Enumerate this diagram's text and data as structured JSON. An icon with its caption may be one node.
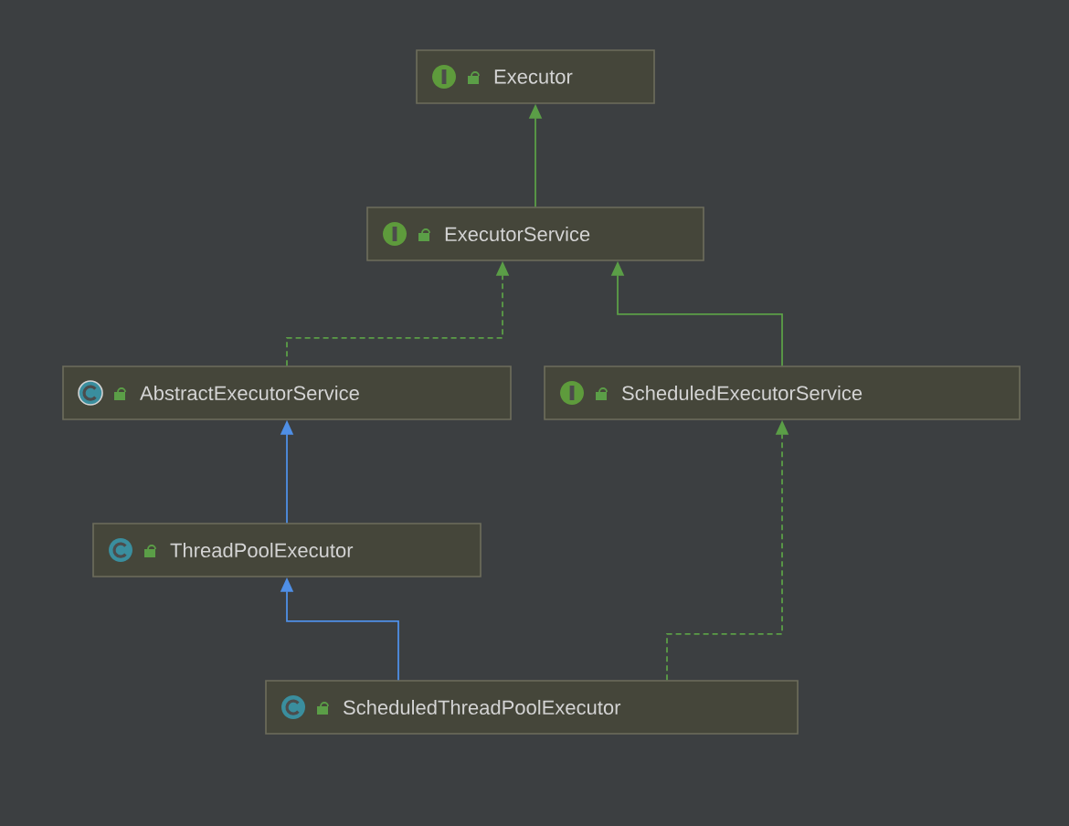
{
  "diagram": {
    "nodes": [
      {
        "text": [
          "Executor"
        ]
      },
      {
        "text": [
          "ExecutorService"
        ]
      },
      {
        "text": [
          "AbstractExecutorService"
        ]
      },
      {
        "text": [
          "ScheduledExecutorService"
        ]
      },
      {
        "text": [
          "ThreadPoolExecutor"
        ]
      },
      {
        "text": [
          "ScheduledThreadPoolExecutor"
        ]
      }
    ],
    "edges": [
      {
        "from": 1,
        "to": 0,
        "arrow": "to"
      },
      {
        "from": 2,
        "to": 1,
        "arrow": "to",
        "style": "dashed"
      },
      {
        "from": 3,
        "to": 1,
        "arrow": "to"
      },
      {
        "from": 4,
        "to": 2,
        "arrow": "to",
        "color": "#4f8fe6"
      },
      {
        "from": 5,
        "to": 4,
        "arrow": "to",
        "color": "#4f8fe6"
      },
      {
        "from": 5,
        "to": 3,
        "arrow": "to",
        "style": "dashed"
      }
    ]
  }
}
